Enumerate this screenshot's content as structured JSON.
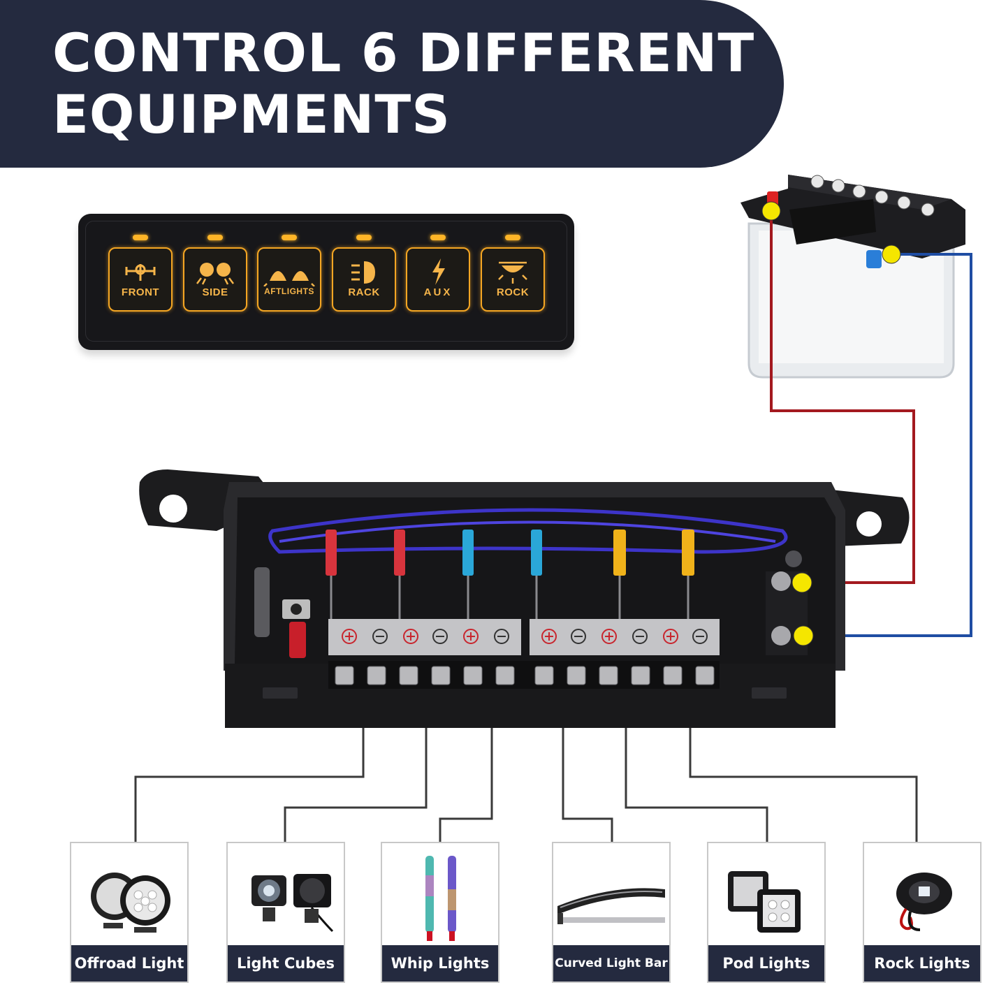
{
  "banner": {
    "line1": "CONTROL 6 DIFFERENT",
    "line2": "EQUIPMENTS"
  },
  "switch_panel": {
    "switches": [
      {
        "label": "FRONT",
        "icon": "front-light-icon"
      },
      {
        "label": "SIDE",
        "icon": "side-lights-icon"
      },
      {
        "label": "AFTLIGHTS",
        "icon": "aft-lights-icon"
      },
      {
        "label": "RACK",
        "icon": "headlight-icon"
      },
      {
        "label": "AUX",
        "icon": "lightning-icon"
      },
      {
        "label": "ROCK",
        "icon": "rock-light-icon"
      }
    ],
    "led_color": "#ffb527",
    "switch_color": "#f5a623"
  },
  "equipment": [
    {
      "label": "Offroad Light"
    },
    {
      "label": "Light Cubes"
    },
    {
      "label": "Whip Lights"
    },
    {
      "label": "Curved Light Bar"
    },
    {
      "label": "Pod Lights"
    },
    {
      "label": "Rock Lights"
    }
  ],
  "colors": {
    "banner": "#242a3f",
    "positive_wire": "#a3191f",
    "negative_wire": "#1f4da3",
    "connector_dot": "#f5e600"
  }
}
